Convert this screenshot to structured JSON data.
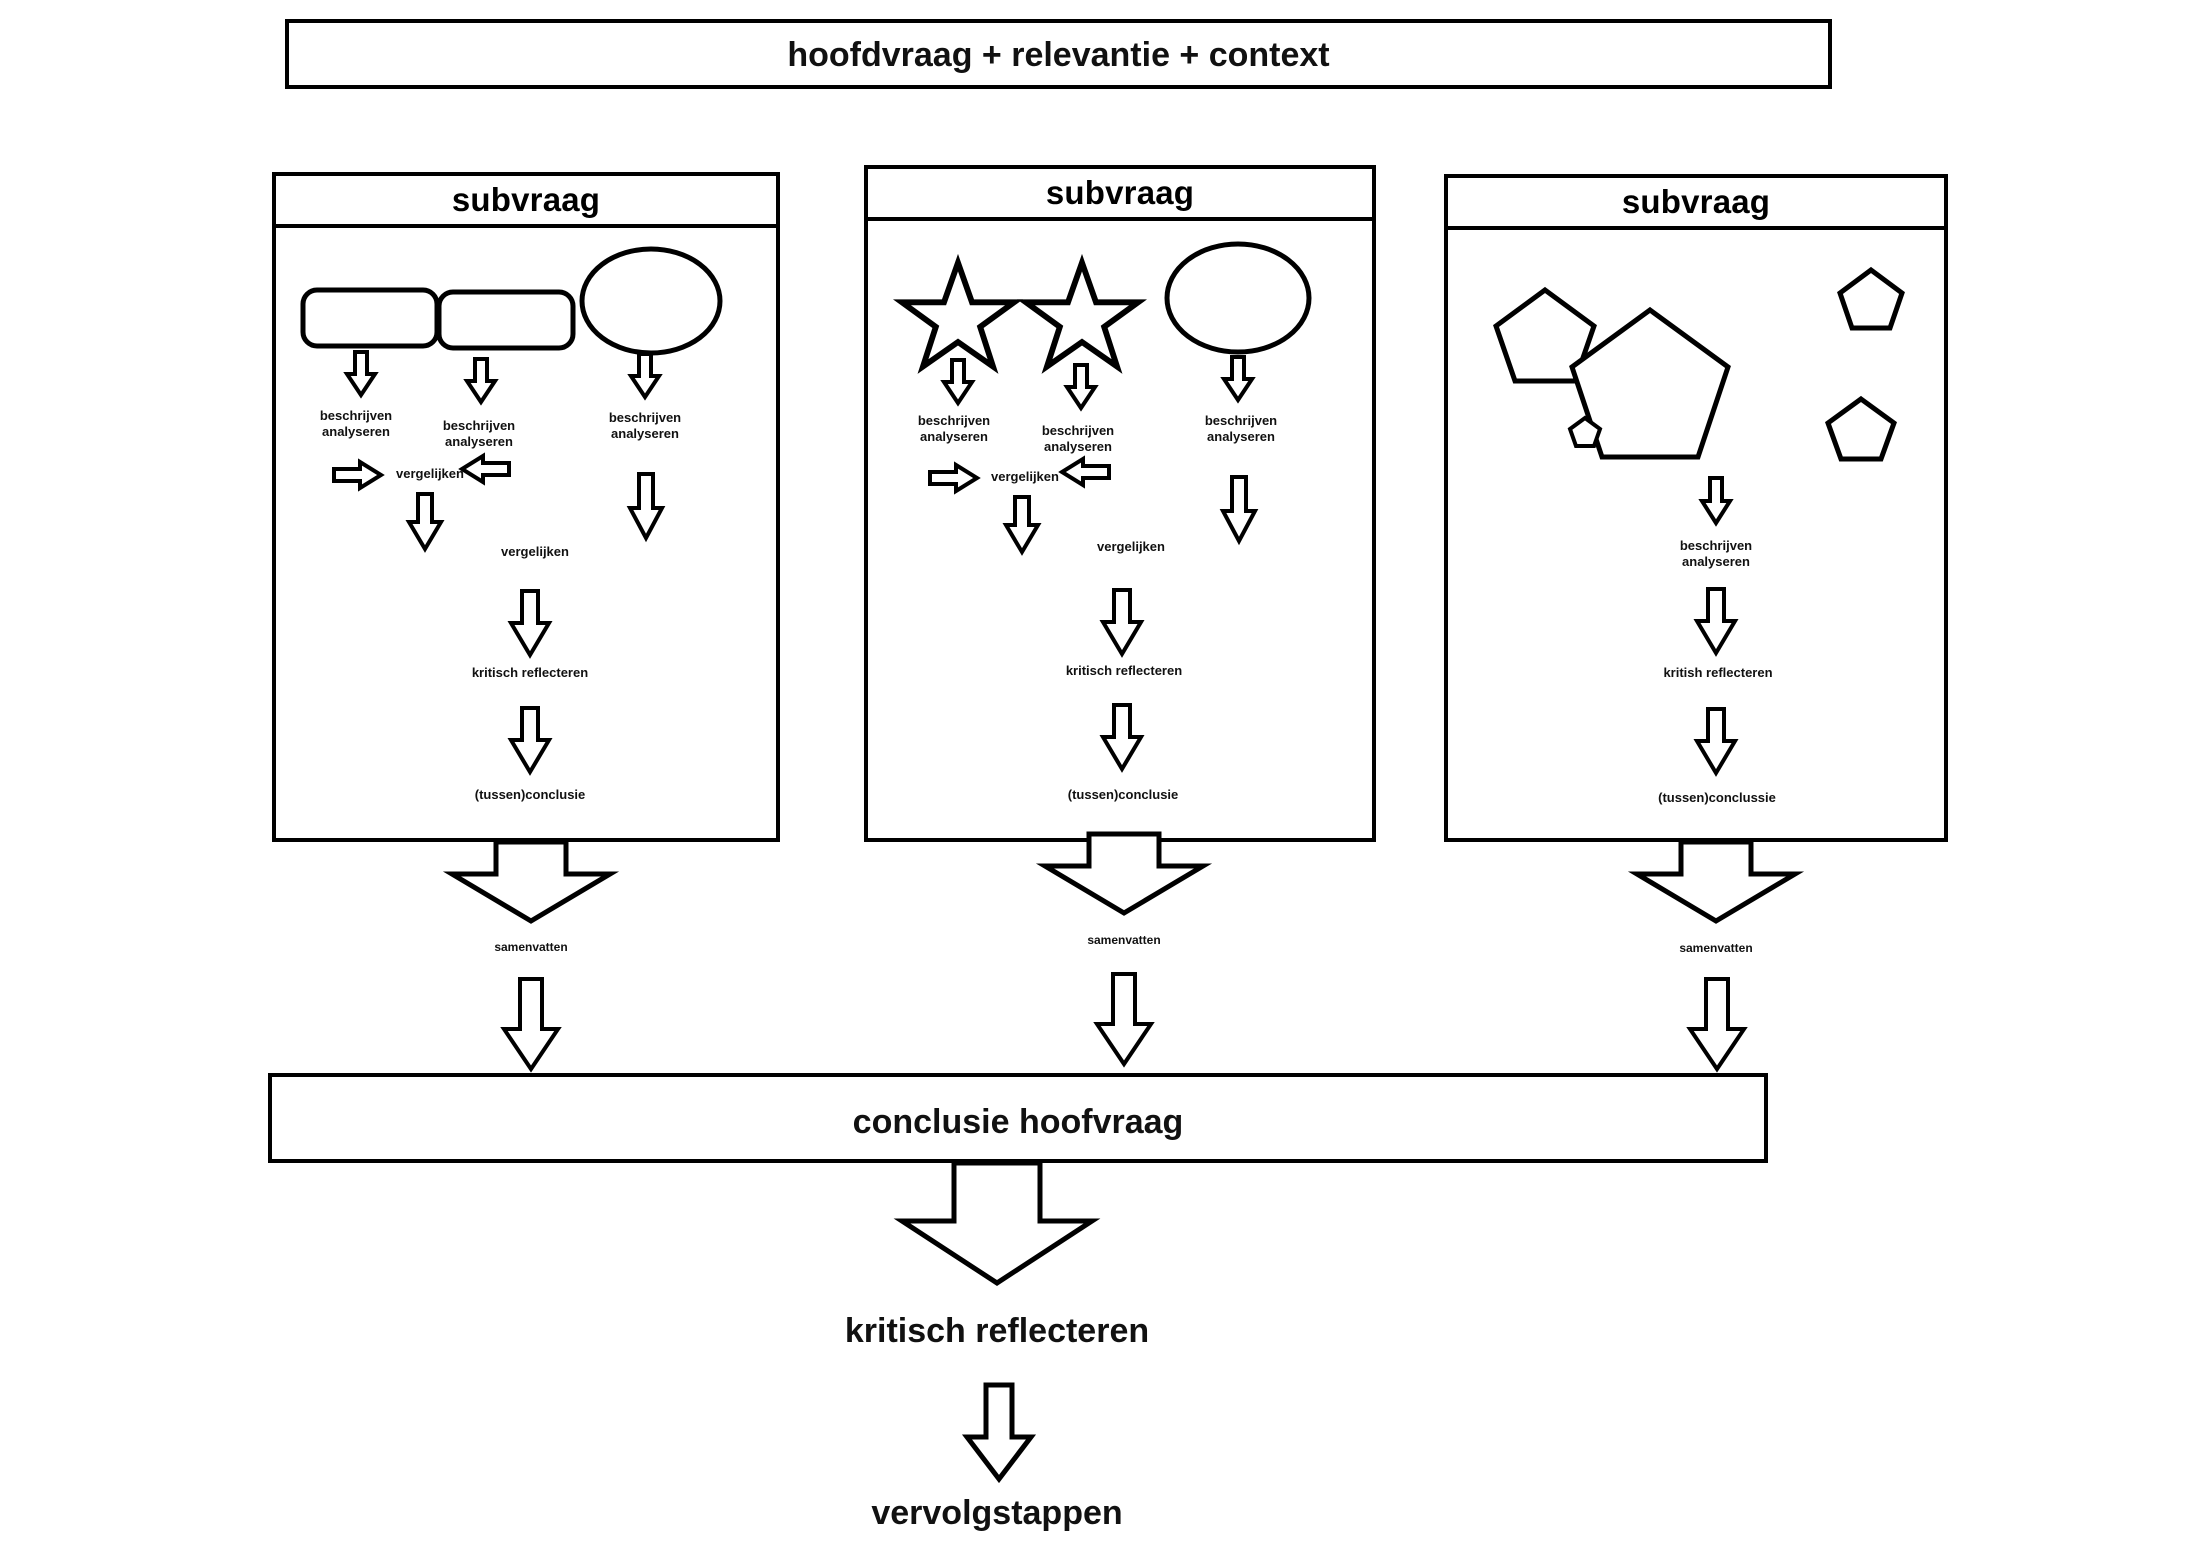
{
  "diagram": {
    "title_box": {
      "label": "hoofdvraag + relevantie + context"
    },
    "columns": [
      {
        "header": "subvraag",
        "shape_kind": "rounded-rectangles-and-ellipse",
        "shape_count": 3,
        "labels": {
          "analyse_1": "beschrijven\nanalyseren",
          "analyse_2": "beschrijven\nanalyseren",
          "analyse_3": "beschrijven\nanalyseren",
          "compare_inline": "vergelijken",
          "compare_lower": "vergelijken",
          "reflect": "kritisch reflecteren",
          "conclusion": "(tussen)conclusie"
        },
        "summarize": "samenvatten"
      },
      {
        "header": "subvraag",
        "shape_kind": "stars-and-ellipse",
        "shape_count": 3,
        "labels": {
          "analyse_1": "beschrijven\nanalyseren",
          "analyse_2": "beschrijven\nanalyseren",
          "analyse_3": "beschrijven\nanalyseren",
          "compare_inline": "vergelijken",
          "compare_lower": "vergelijken",
          "reflect": "kritisch reflecteren",
          "conclusion": "(tussen)conclusie"
        },
        "summarize": "samenvatten"
      },
      {
        "header": "subvraag",
        "shape_kind": "pentagons",
        "shape_count": 5,
        "labels": {
          "analyse_1": "beschrijven\nanalyseren",
          "reflect": "kritish reflecteren",
          "conclusion": "(tussen)conclussie"
        },
        "summarize": "samenvatten"
      }
    ],
    "conclusion_box": {
      "label": "conclusie hoofvraag"
    },
    "final_reflect": "kritisch reflecteren",
    "final_step": "vervolgstappen",
    "colors": {
      "stroke": "#000000",
      "fill": "#ffffff",
      "text": "#111111"
    }
  }
}
